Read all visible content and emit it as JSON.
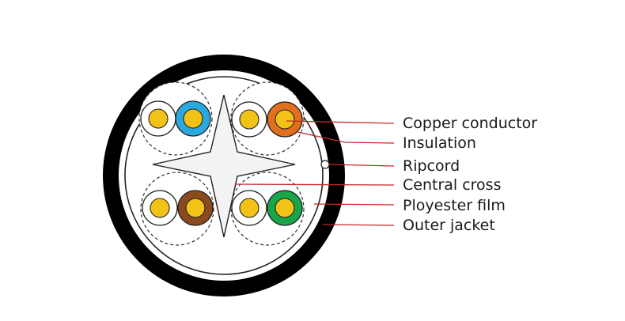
{
  "colors": {
    "jacket": "#000000",
    "background": "#ffffff",
    "cross_fill": "#f3f3f3",
    "conductor": "#f2c316",
    "leader_line": "#c62828",
    "pairs": {
      "blue": "#29a9df",
      "orange": "#e0701e",
      "brown": "#8a4a1e",
      "green": "#19a648",
      "white": "#ffffff"
    }
  },
  "labels": [
    {
      "key": "copper",
      "text": "Copper conductor"
    },
    {
      "key": "insulation",
      "text": "Insulation"
    },
    {
      "key": "ripcord",
      "text": "Ripcord"
    },
    {
      "key": "cross",
      "text": "Central cross"
    },
    {
      "key": "film",
      "text": "Ployester film"
    },
    {
      "key": "jacket",
      "text": "Outer jacket"
    }
  ],
  "pairs": [
    {
      "name": "pair-top-left",
      "colors": [
        "white",
        "blue"
      ]
    },
    {
      "name": "pair-top-right",
      "colors": [
        "white",
        "orange"
      ]
    },
    {
      "name": "pair-bottom-left",
      "colors": [
        "white",
        "brown"
      ]
    },
    {
      "name": "pair-bottom-right",
      "colors": [
        "white",
        "green"
      ]
    }
  ]
}
